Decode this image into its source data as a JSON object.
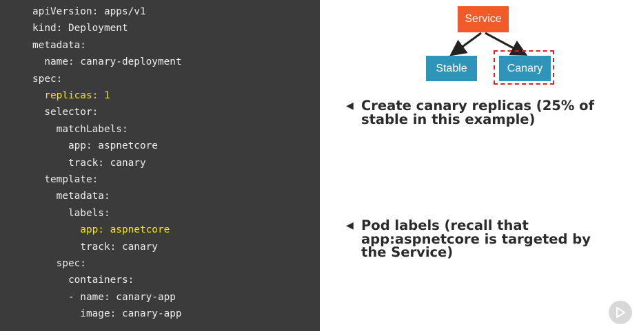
{
  "code": {
    "lines": [
      {
        "text": "apiVersion: apps/v1",
        "highlight": false
      },
      {
        "text": "kind: Deployment",
        "highlight": false
      },
      {
        "text": "metadata:",
        "highlight": false
      },
      {
        "text": "  name: canary-deployment",
        "highlight": false
      },
      {
        "text": "spec:",
        "highlight": false
      },
      {
        "text": "  replicas: 1",
        "highlight": true
      },
      {
        "text": "  selector:",
        "highlight": false
      },
      {
        "text": "    matchLabels:",
        "highlight": false
      },
      {
        "text": "      app: aspnetcore",
        "highlight": false
      },
      {
        "text": "      track: canary",
        "highlight": false
      },
      {
        "text": "  template:",
        "highlight": false
      },
      {
        "text": "    metadata:",
        "highlight": false
      },
      {
        "text": "      labels:",
        "highlight": false
      },
      {
        "text": "        app: aspnetcore",
        "highlight": true
      },
      {
        "text": "        track: canary",
        "highlight": false
      },
      {
        "text": "    spec:",
        "highlight": false
      },
      {
        "text": "      containers:",
        "highlight": false
      },
      {
        "text": "      - name: canary-app",
        "highlight": false
      },
      {
        "text": "        image: canary-app",
        "highlight": false
      }
    ],
    "colors": {
      "background": "#3b3b3b",
      "text": "#ececec",
      "highlight": "#f4e50a"
    }
  },
  "diagram": {
    "service_label": "Service",
    "stable_label": "Stable",
    "canary_label": "Canary",
    "colors": {
      "service": "#f15b2a",
      "pod": "#2e95b8",
      "dashed_outline": "#e51e25"
    }
  },
  "bullets": [
    {
      "marker": "◀",
      "text": "Create canary replicas (25% of stable in this example)"
    },
    {
      "marker": "◀",
      "text": "Pod labels (recall that app:aspnetcore is targeted by the Service)"
    }
  ],
  "player": {
    "icon": "play-icon"
  }
}
